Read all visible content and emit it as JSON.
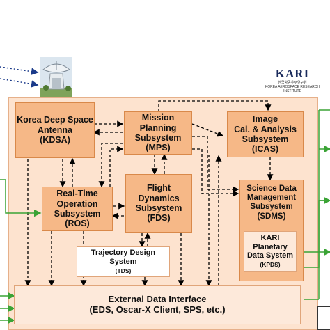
{
  "logo": {
    "mark": "KARI",
    "subtitle_ko": "한국항공우주연구원",
    "subtitle_en": "KOREA AEROSPACE RESEARCH INSTITUTE"
  },
  "boxes": {
    "kdsa": {
      "line1": "Korea Deep Space",
      "line2": "Antenna",
      "line3": "(KDSA)"
    },
    "mps": {
      "line1": "Mission Planning",
      "line2": "Subsystem",
      "line3": "(MPS)"
    },
    "icas": {
      "line1": "Image",
      "line2": "Cal. & Analysis",
      "line3": "Subsystem",
      "line4": "(ICAS)"
    },
    "ros": {
      "line1": "Real-Time",
      "line2": "Operation",
      "line3": "Subsystem",
      "line4": "(ROS)"
    },
    "fds": {
      "line1": "Flight",
      "line2": "Dynamics",
      "line3": "Subsystem",
      "line4": "(FDS)"
    },
    "sdms": {
      "line1": "Science Data",
      "line2": "Management",
      "line3": "Subsystem",
      "line4": "(SDMS)"
    },
    "kpds": {
      "line1": "KARI",
      "line2": "Planetary",
      "line3": "Data System",
      "line4": "(KPDS)"
    },
    "tds": {
      "line1": "Trajectory Design",
      "line2": "System",
      "line3": "(TDS)"
    },
    "edi": {
      "line1": "External Data Interface",
      "line2": "(EDS, Oscar-X Client, SPS, etc.)"
    }
  },
  "colors": {
    "panel": "#fde3cf",
    "box": "#f6b887",
    "dashed_arrow": "#000000",
    "green_arrow": "#3aa335",
    "blue_arrow": "#1a3a8a"
  }
}
